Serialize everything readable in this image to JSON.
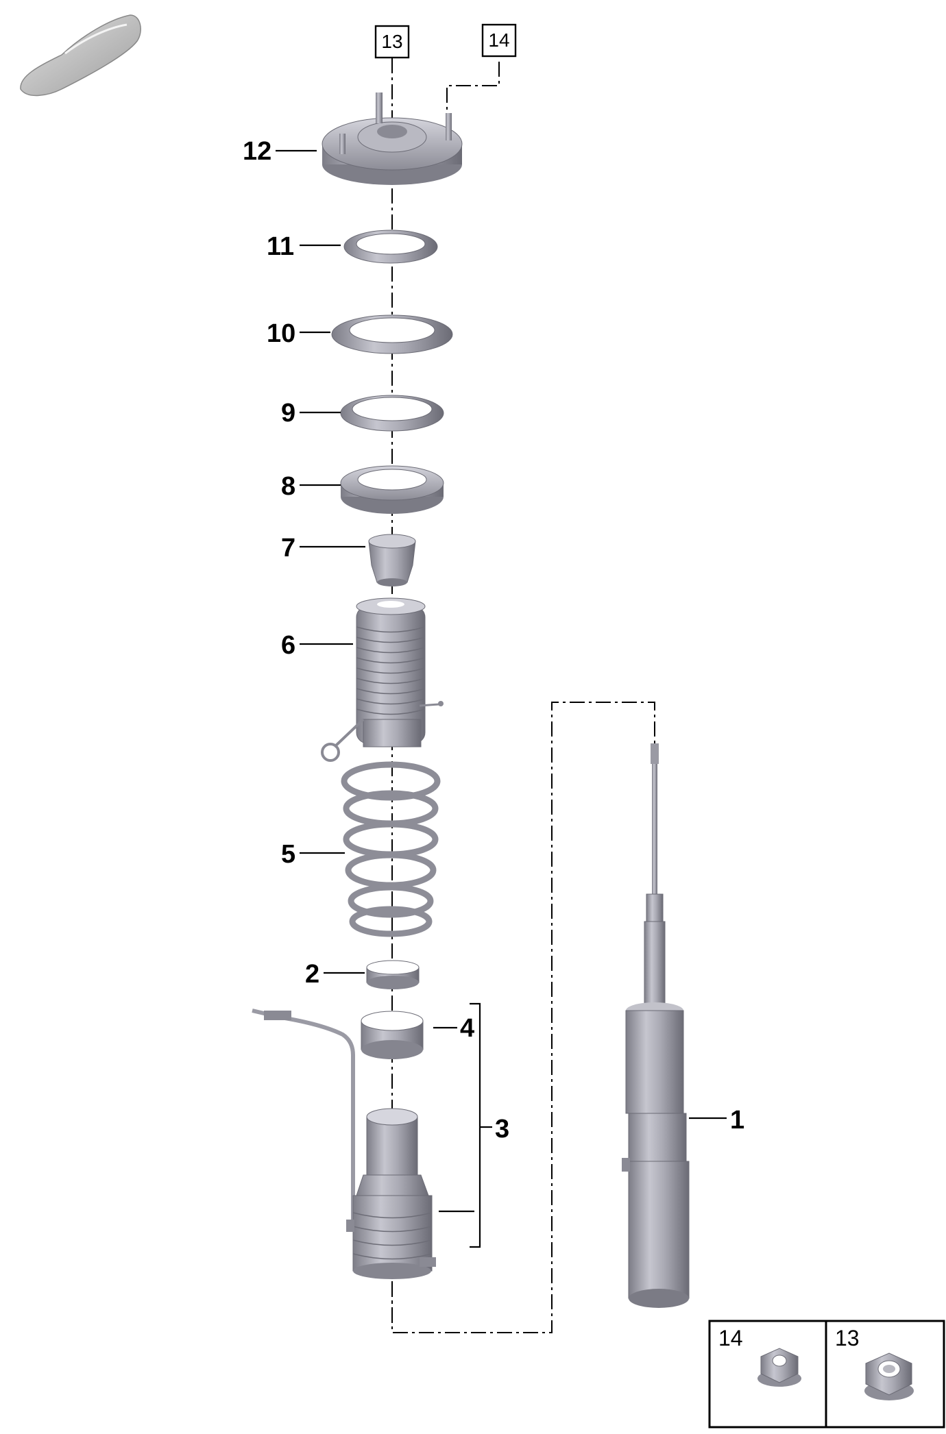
{
  "diagram": {
    "callouts": [
      {
        "id": "c12",
        "label": "12"
      },
      {
        "id": "c11",
        "label": "11"
      },
      {
        "id": "c10",
        "label": "10"
      },
      {
        "id": "c9",
        "label": "9"
      },
      {
        "id": "c8",
        "label": "8"
      },
      {
        "id": "c7",
        "label": "7"
      },
      {
        "id": "c6",
        "label": "6"
      },
      {
        "id": "c5",
        "label": "5"
      },
      {
        "id": "c2",
        "label": "2"
      },
      {
        "id": "c4",
        "label": "4"
      },
      {
        "id": "c3",
        "label": "3"
      },
      {
        "id": "c1",
        "label": "1"
      }
    ],
    "boxed_refs": [
      {
        "id": "b13",
        "label": "13"
      },
      {
        "id": "b14",
        "label": "14"
      }
    ],
    "inset": [
      {
        "id": "i14",
        "label": "14"
      },
      {
        "id": "i13",
        "label": "13"
      }
    ]
  }
}
